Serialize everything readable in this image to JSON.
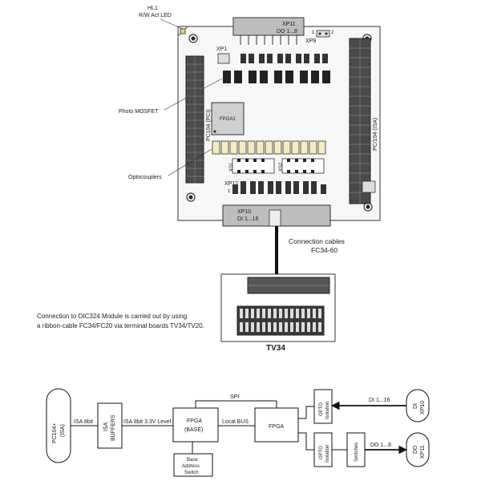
{
  "board": {
    "hl1_label": "HL1",
    "hl1_sub": "R/W Act LED",
    "xp11_label": "XP11",
    "xp11_sub": "DO 1...8",
    "xp9_label": "XP9",
    "xp9_pin1": "1",
    "xp9_pin2": "2",
    "xp1_label": "XP1",
    "photo_mosfet": "Photo MOSFET",
    "fpga1": "FPGA1",
    "pci_label": "PC104 (PCI)",
    "isa_label": "PC/104 (ISA)",
    "optocouplers": "Optocouplers",
    "xs1": "XS1",
    "xs2": "XS2",
    "xp12": "XP12",
    "xp12_pin1": "1",
    "xp10_label": "XP10",
    "xp10_sub": "DI 1...16"
  },
  "cables": {
    "line1": "Connection cables",
    "line2": "FC34-60"
  },
  "terminal_board": {
    "label": "TV34"
  },
  "note": {
    "line1": "Connection to DIC324 Module is carried out by using",
    "line2": "a ribbon-cable FC34/FC20 via terminal boards TV34/TV20."
  },
  "block_diagram": {
    "pc104": "PC104+",
    "pc104_sub": "(ISA)",
    "isa8bit": "ISA 8bit",
    "isa_buffers_1": "ISA",
    "isa_buffers_2": "BUFFERS",
    "isa_level": "ISA 8bit 3.3V Level",
    "fpga_base_1": "FPGA",
    "fpga_base_2": "(BASE)",
    "spi": "SPI",
    "local_bus": "Local BUS",
    "fpga": "FPGA",
    "base_addr_1": "Base",
    "base_addr_2": "Address",
    "base_addr_3": "Switch",
    "opto1_a": "OPTO",
    "opto1_b": "Isolation",
    "opto2_a": "OPTO",
    "opto2_b": "Isolation",
    "switches": "Switches",
    "di_range": "DI 1...16",
    "do_range": "DO 1...8",
    "di_xp10_a": "DI",
    "di_xp10_b": "XP10",
    "do_xp11_a": "DO",
    "do_xp11_b": "XP11"
  }
}
